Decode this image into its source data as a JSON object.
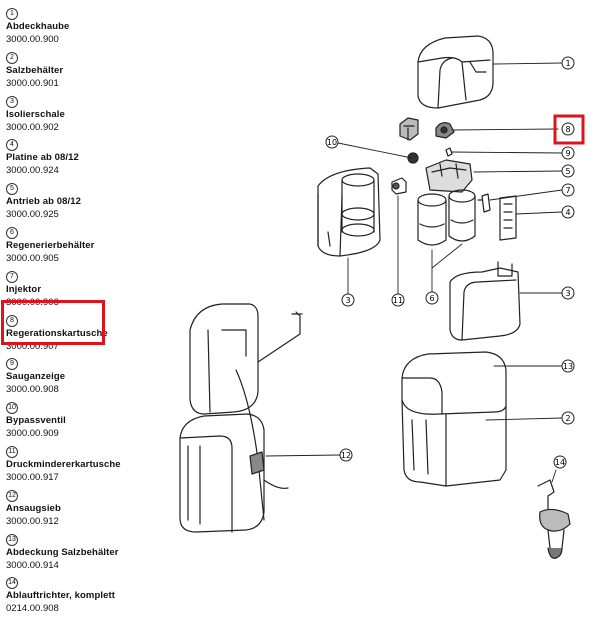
{
  "legend": [
    {
      "num": "1",
      "name": "Abdeckhaube",
      "code": "3000.00.900"
    },
    {
      "num": "2",
      "name": "Salzbehälter",
      "code": "3000.00.901"
    },
    {
      "num": "3",
      "name": "Isolierschale",
      "code": "3000.00.902"
    },
    {
      "num": "4",
      "name": "Platine ab 08/12",
      "code": "3000.00.924"
    },
    {
      "num": "5",
      "name": "Antrieb ab 08/12",
      "code": "3000.00.925"
    },
    {
      "num": "6",
      "name": "Regenerierbehälter",
      "code": "3000.00.905"
    },
    {
      "num": "7",
      "name": "Injektor",
      "code": "3000.00.906"
    },
    {
      "num": "8",
      "name": "Regerationskartusche",
      "code": "3000.00.907"
    },
    {
      "num": "9",
      "name": "Sauganzeige",
      "code": "3000.00.908"
    },
    {
      "num": "10",
      "name": "Bypassventil",
      "code": "3000.00.909"
    },
    {
      "num": "11",
      "name": "Druckminderer­kartusche",
      "code": "3000.00.917"
    },
    {
      "num": "12",
      "name": "Ansaugsieb",
      "code": "3000.00.912"
    },
    {
      "num": "13",
      "name": "Abdeckung Salzbehälter",
      "code": "3000.00.914"
    },
    {
      "num": "14",
      "name": "Ablauftrichter, komplett",
      "code": "0214.00.908"
    }
  ],
  "callouts": [
    "1",
    "8",
    "9",
    "10",
    "5",
    "7",
    "4",
    "3",
    "11",
    "6",
    "3",
    "13",
    "2",
    "12",
    "14"
  ],
  "highlight_color": "#e0121b"
}
